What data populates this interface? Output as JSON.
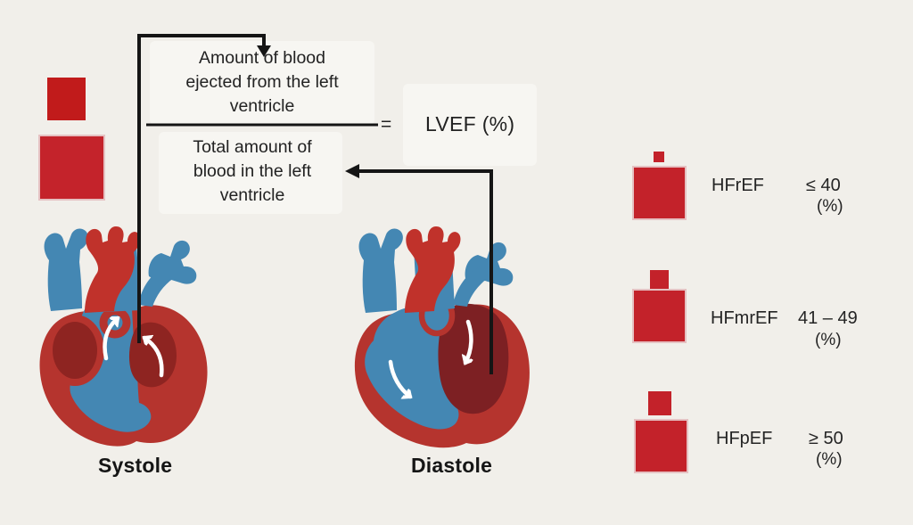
{
  "formula": {
    "numerator_lines": [
      "Amount of blood",
      "ejected from the left",
      "ventricle"
    ],
    "denominator_lines": [
      "Total amount of",
      "blood in the left",
      "ventricle"
    ],
    "equals_sign": "=",
    "result_label": "LVEF (%)"
  },
  "phases": {
    "systole_label": "Systole",
    "diastole_label": "Diastole"
  },
  "legend": [
    {
      "name": "HFrEF",
      "range": "≤ 40",
      "unit": "(%)"
    },
    {
      "name": "HFmrEF",
      "range": "41 – 49",
      "unit": "(%)"
    },
    {
      "name": "HFpEF",
      "range": "≥ 50",
      "unit": "(%)"
    }
  ],
  "colors": {
    "background": "#f1efea",
    "square_red_small": "#c11b1b",
    "square_red_large": "#c4232b",
    "legend_red": "#c3222a",
    "heart_red": "#b5342e",
    "heart_dark_red": "#8e2421",
    "heart_maroon": "#7d2023",
    "heart_blue": "#4487b3",
    "line_black": "#151515"
  }
}
